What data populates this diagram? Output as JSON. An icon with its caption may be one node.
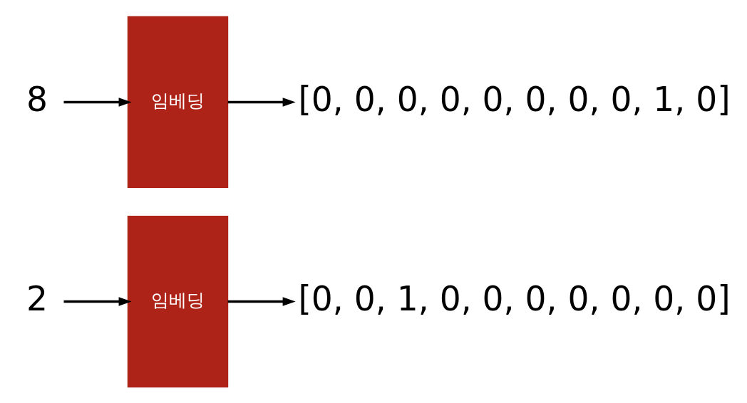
{
  "diagram": {
    "nodes": [
      {
        "text": [
          "2"
        ]
      },
      {
        "text": [
          "임베딩"
        ]
      },
      {
        "text": [
          "[0, 0, 1, 0, 0, 0, 0, 0, 0, 0]"
        ]
      },
      {
        "text": [
          "8"
        ]
      },
      {
        "text": [
          "임베딩"
        ]
      },
      {
        "text": [
          "[0, 0, 0, 0, 0, 0, 0, 0, 1, 0]"
        ]
      }
    ],
    "edges": [
      {
        "from": 0,
        "to": 1,
        "arrow": "to"
      },
      {
        "from": 1,
        "to": 2,
        "arrow": "to"
      },
      {
        "from": 3,
        "to": 4,
        "arrow": "to"
      },
      {
        "from": 4,
        "to": 5,
        "arrow": "to"
      }
    ]
  }
}
